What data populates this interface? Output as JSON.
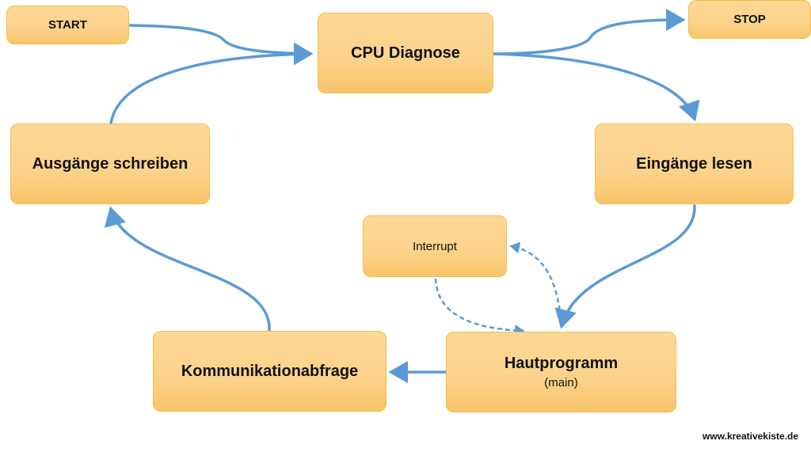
{
  "diagram": {
    "nodes": {
      "start": {
        "label": "START"
      },
      "stop": {
        "label": "STOP"
      },
      "cpu": {
        "label": "CPU Diagnose"
      },
      "inputs": {
        "label": "Eingänge lesen"
      },
      "outputs": {
        "label": "Ausgänge schreiben"
      },
      "interrupt": {
        "label": "Interrupt"
      },
      "main": {
        "label": "Hautprogramm",
        "sublabel": "(main)"
      },
      "comm": {
        "label": "Kommunikationabfrage"
      }
    },
    "edges": [
      {
        "from": "start",
        "to": "cpu",
        "style": "solid"
      },
      {
        "from": "outputs",
        "to": "cpu",
        "style": "solid"
      },
      {
        "from": "cpu",
        "to": "stop",
        "style": "solid"
      },
      {
        "from": "cpu",
        "to": "inputs",
        "style": "solid"
      },
      {
        "from": "inputs",
        "to": "main",
        "style": "solid"
      },
      {
        "from": "main",
        "to": "comm",
        "style": "solid"
      },
      {
        "from": "comm",
        "to": "outputs",
        "style": "solid"
      },
      {
        "from": "main",
        "to": "interrupt",
        "style": "dashed"
      },
      {
        "from": "interrupt",
        "to": "main",
        "style": "dashed"
      }
    ],
    "colors": {
      "box_fill": "#fbd28a",
      "box_border": "#f0c04a",
      "arrow": "#5b9bd5"
    }
  },
  "credit": "www.kreativekiste.de"
}
